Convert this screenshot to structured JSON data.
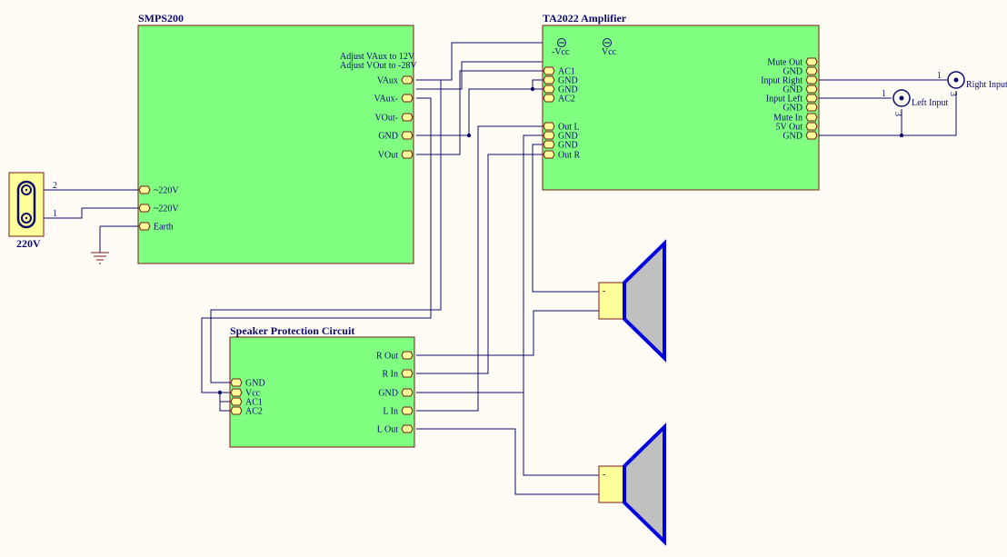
{
  "smps": {
    "title": "SMPS200",
    "adjust_aux": "Adjust VAux to 12V",
    "adjust_vout": "Adjust VOut to   -28V",
    "pins_right": [
      "VAux",
      "VAux-",
      "VOut-",
      "GND",
      "VOut"
    ],
    "pins_left": [
      "~220V",
      "~220V",
      "Earth"
    ]
  },
  "mains": {
    "label": "220V",
    "pin_a": "2",
    "pin_b": "1"
  },
  "amp": {
    "title": "TA2022 Amplifier",
    "neg_supply": "-Vcc",
    "pos_supply": "Vcc",
    "pins_left": [
      "AC1",
      "GND",
      "GND",
      "AC2",
      "Out L",
      "GND",
      "GND",
      "Out R"
    ],
    "pins_right": [
      "Mute Out",
      "GND",
      "Input Right",
      "GND",
      "Input Left",
      "GND",
      "Mute In",
      "5V Out",
      "GND"
    ]
  },
  "spc": {
    "title": "Speaker Protection Circuit",
    "pins_right": [
      "R Out",
      "R In",
      "GND",
      "L In",
      "L Out"
    ],
    "pins_left": [
      "GND",
      "Vcc",
      "AC1",
      "AC2"
    ]
  },
  "connectors": {
    "right_input": "Right Input",
    "left_input": "Left Input",
    "pin1": "1",
    "pin3": "3"
  },
  "speaker": {
    "pin_label": "-"
  },
  "colors": {
    "background": "#fffcf5",
    "block": "#80ff80",
    "pin": "#ffff99",
    "wire": "#0b0b6e",
    "speaker_cone": "#0000e0"
  }
}
